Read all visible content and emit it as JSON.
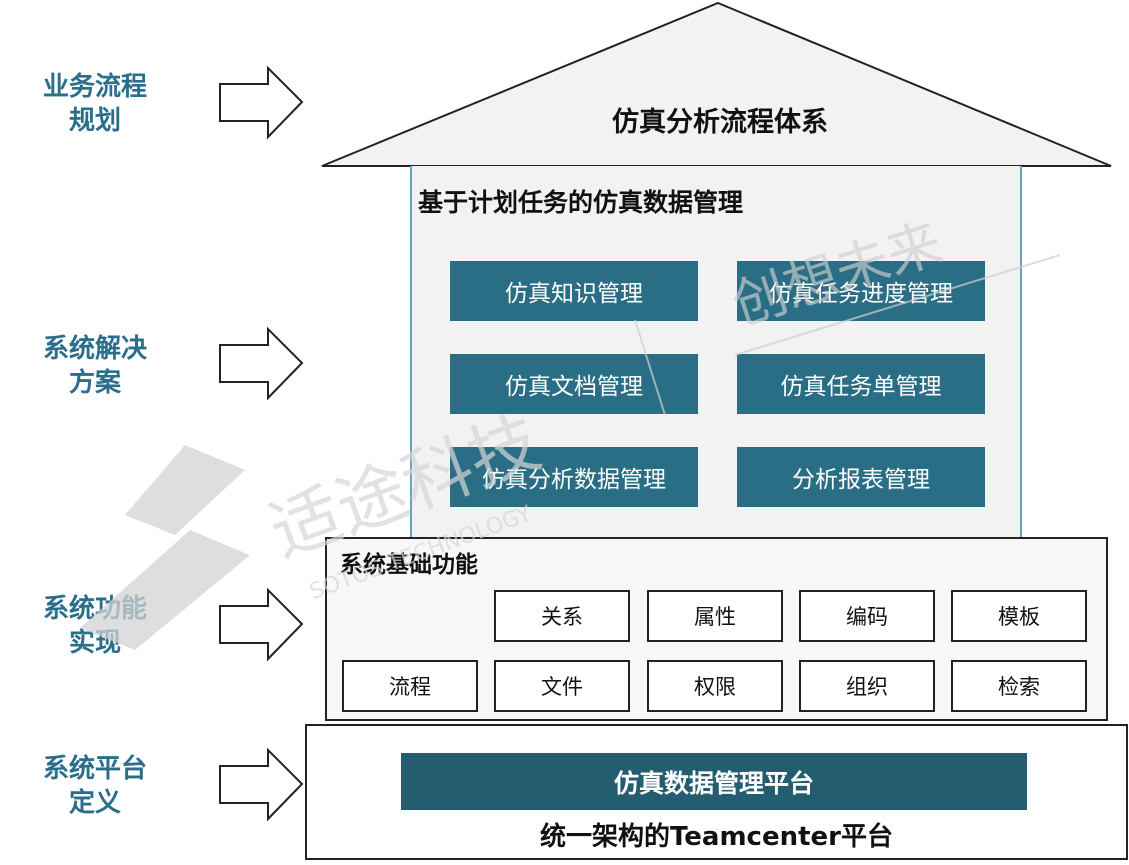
{
  "left_labels": [
    {
      "text": "业务流程\n规划"
    },
    {
      "text": "系统解决\n方案"
    },
    {
      "text": "系统功能\n实现"
    },
    {
      "text": "系统平台\n定义"
    }
  ],
  "roof": {
    "title": "仿真分析流程体系"
  },
  "management": {
    "title": "基于计划任务的仿真数据管理",
    "modules": [
      "仿真知识管理",
      "仿真任务进度管理",
      "仿真文档管理",
      "仿真任务单管理",
      "仿真分析数据管理",
      "分析报表管理"
    ]
  },
  "foundation": {
    "title": "系统基础功能",
    "row1": [
      "关系",
      "属性",
      "编码",
      "模板"
    ],
    "row2": [
      "流程",
      "文件",
      "权限",
      "组织",
      "检索"
    ]
  },
  "platform": {
    "bar_label": "仿真数据管理平台",
    "name": "统一架构的Teamcenter平台"
  },
  "watermark": {
    "cn": "适途科技",
    "en": "SOTOS TECHNOLOGY",
    "slogan": "创想未来"
  },
  "colors": {
    "label_blue": "#2a6e8c",
    "module_teal": "#2a6e86",
    "platform_teal": "#245d70"
  }
}
